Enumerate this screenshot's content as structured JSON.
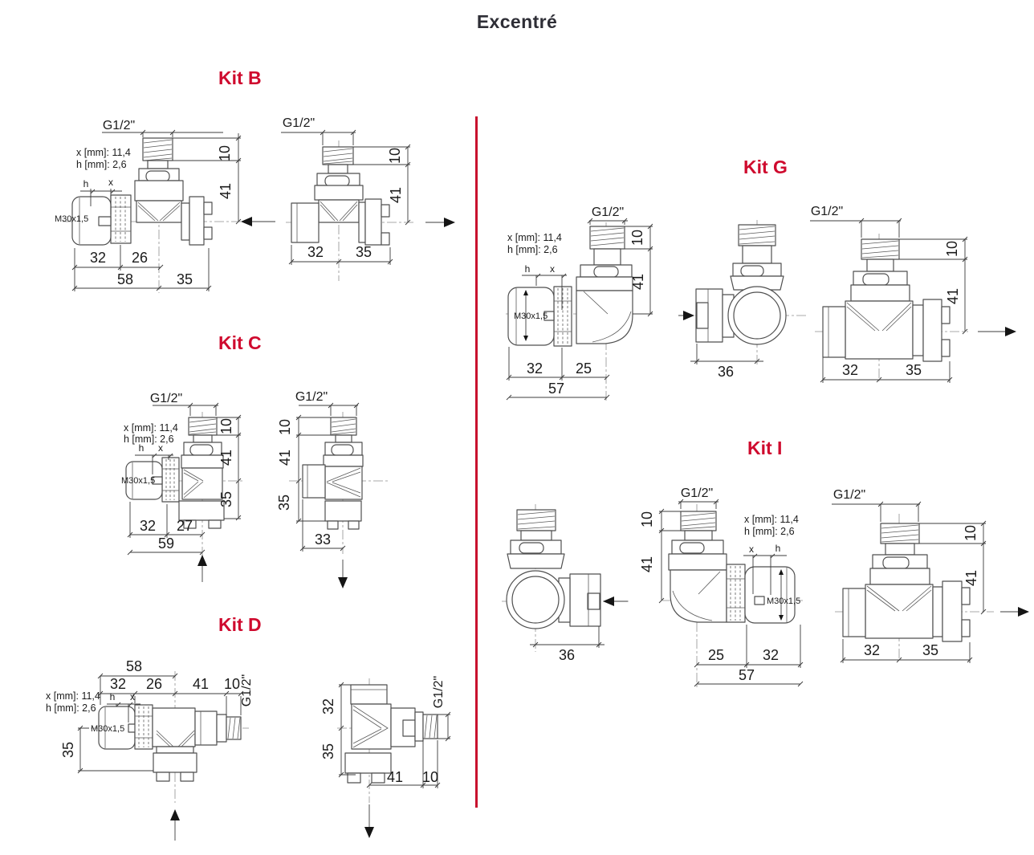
{
  "title": "Excentré",
  "colors": {
    "accent": "#cf0a2e",
    "divider": "#c8102e",
    "line": "#4f4f4f",
    "text": "#1b1b1b"
  },
  "labels": {
    "g12": "G1/2\"",
    "x_note": "x [mm]: 11,4",
    "h_note": "h [mm]: 2,6",
    "m30": "M30x1,5",
    "h": "h",
    "x": "x"
  },
  "kits": {
    "b": "Kit B",
    "c": "Kit C",
    "d": "Kit D",
    "g": "Kit G",
    "i": "Kit I"
  },
  "dims": {
    "b1": {
      "d10": "10",
      "d41": "41",
      "d32": "32",
      "d26": "26",
      "d58": "58",
      "d35": "35"
    },
    "b2": {
      "d10": "10",
      "d41": "41",
      "d32": "32",
      "d35": "35"
    },
    "c1": {
      "d10": "10",
      "d41": "41",
      "d35": "35",
      "d32": "32",
      "d27": "27",
      "d59": "59"
    },
    "c2": {
      "d10": "10",
      "d41": "41",
      "d35": "35",
      "d33": "33"
    },
    "d1": {
      "d58": "58",
      "d32": "32",
      "d26": "26",
      "d41": "41",
      "d10": "10",
      "d35": "35"
    },
    "d2": {
      "d32": "32",
      "d35": "35",
      "d41": "41",
      "d10": "10"
    },
    "g1": {
      "d10": "10",
      "d41": "41",
      "d32": "32",
      "d25": "25",
      "d57": "57"
    },
    "g2": {
      "d36": "36"
    },
    "g3": {
      "d10": "10",
      "d41": "41",
      "d32": "32",
      "d35": "35"
    },
    "i1": {
      "d36": "36"
    },
    "i2": {
      "d10": "10",
      "d41": "41",
      "d25": "25",
      "d32": "32",
      "d57": "57"
    },
    "i3": {
      "d10": "10",
      "d41": "41",
      "d32": "32",
      "d35": "35"
    }
  }
}
